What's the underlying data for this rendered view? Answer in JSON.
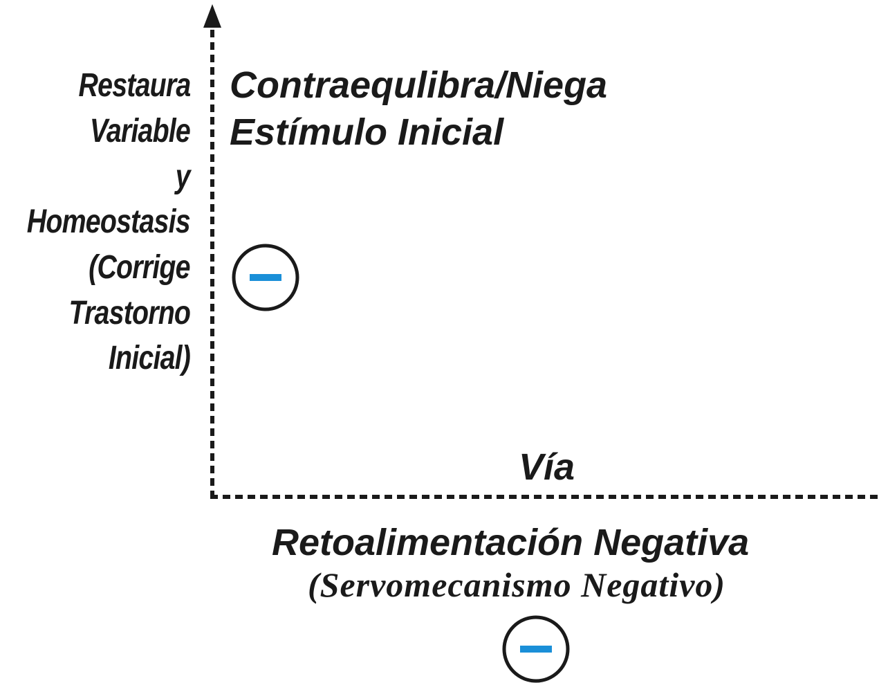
{
  "left_label": {
    "lines": [
      "Restaura",
      "Variable",
      "y",
      "Homeostasis",
      "(Corrige",
      "Trastorno",
      "Inicial)"
    ]
  },
  "top_title": {
    "line1": "Contraequlibra/Niega",
    "line2": "Estímulo Inicial"
  },
  "axis_label": "Vía",
  "bottom": {
    "title": "Retoalimentación Negativa",
    "subtitle": "(Servomecanismo Negativo)"
  },
  "symbols": {
    "sign_icon": "minus-circle-icon",
    "ring_color": "#1a1a1a",
    "minus_color": "#1a8fd8"
  }
}
